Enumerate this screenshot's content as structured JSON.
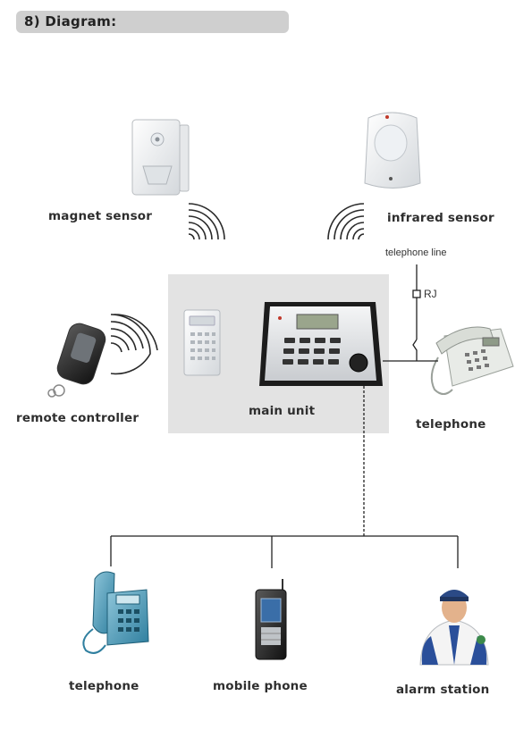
{
  "header": {
    "title": "8) Diagram:"
  },
  "diagram": {
    "nodes": {
      "magnet_sensor": "magnet sensor",
      "infrared_sensor": "infrared sensor",
      "remote_controller": "remote controller",
      "main_unit": "main unit",
      "telephone_local": "telephone",
      "telephone_remote": "telephone",
      "mobile_phone": "mobile phone",
      "alarm_station": "alarm station"
    },
    "connection_labels": {
      "telephone_line": "telephone line",
      "rj": "RJ"
    },
    "main_unit_display": "- -",
    "colors": {
      "panel_bg": "#e3e3e3",
      "header_bg": "#cfcfcf",
      "line": "#222222"
    }
  }
}
